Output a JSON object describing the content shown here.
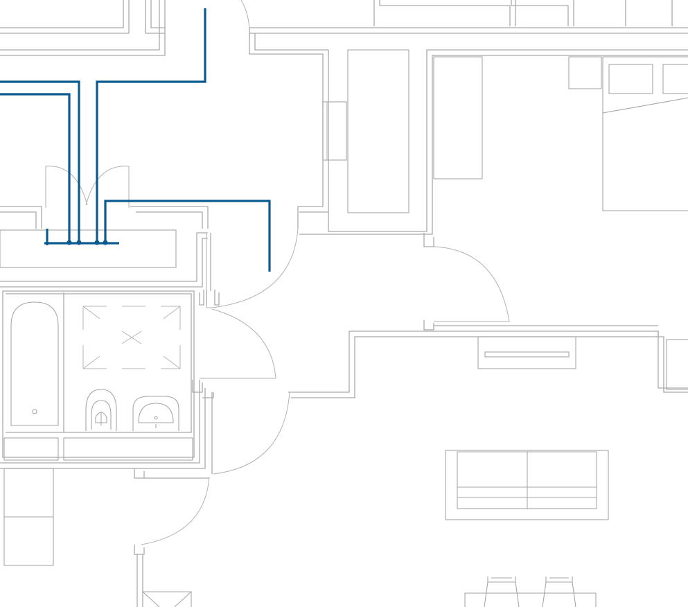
{
  "drawing": {
    "type": "architectural floor plan",
    "colors": {
      "background": "#ffffff",
      "walls": "#a9a9a9",
      "fixtures": "#a6a6a6",
      "piping": "#0b5a8f"
    },
    "rooms": [
      "corridor",
      "bathroom",
      "bedroom",
      "living-room",
      "utility-niche"
    ],
    "fixtures": [
      "bathtub",
      "shower-tray",
      "toilet",
      "washbasin",
      "bed",
      "wardrobe",
      "sofa",
      "tv-cabinet",
      "dining-chairs"
    ],
    "pipe_runs": 4
  }
}
